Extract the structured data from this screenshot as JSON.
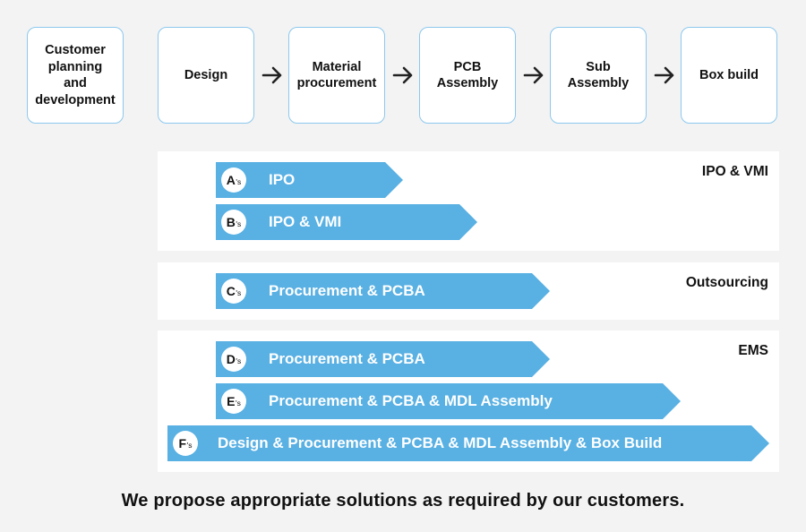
{
  "process_steps": [
    {
      "label": "Customer\nplanning\nand\ndevelopment"
    },
    {
      "label": "Design"
    },
    {
      "label": "Material\nprocurement"
    },
    {
      "label": "PCB\nAssembly"
    },
    {
      "label": "Sub\nAssembly"
    },
    {
      "label": "Box build"
    }
  ],
  "icons": {
    "flow_arrow": "right-arrow-icon"
  },
  "colors": {
    "band": "#58b0e3",
    "step_border": "#8cc8ee",
    "panel_bg": "#ffffff",
    "page_bg": "#f3f3f3"
  },
  "groups": [
    {
      "label": "IPO & VMI",
      "bands": [
        {
          "badge_letter": "A",
          "badge_suffix": "'s",
          "text": "IPO"
        },
        {
          "badge_letter": "B",
          "badge_suffix": "'s",
          "text": "IPO & VMI"
        }
      ]
    },
    {
      "label": "Outsourcing",
      "bands": [
        {
          "badge_letter": "C",
          "badge_suffix": "'s",
          "text": "Procurement & PCBA"
        }
      ]
    },
    {
      "label": "EMS",
      "bands": [
        {
          "badge_letter": "D",
          "badge_suffix": "'s",
          "text": "Procurement & PCBA"
        },
        {
          "badge_letter": "E",
          "badge_suffix": "'s",
          "text": "Procurement & PCBA & MDL Assembly"
        },
        {
          "badge_letter": "F",
          "badge_suffix": "'s",
          "text": "Design & Procurement & PCBA & MDL Assembly & Box Build"
        }
      ]
    }
  ],
  "footer": {
    "text": "We propose appropriate solutions as required by our customers."
  }
}
